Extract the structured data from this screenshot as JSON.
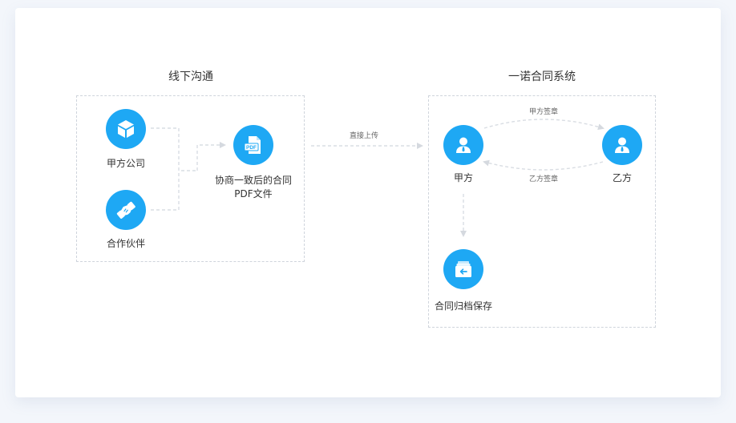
{
  "sections": {
    "offline": {
      "title": "线下沟通"
    },
    "system": {
      "title": "一诺合同系统"
    }
  },
  "nodes": {
    "party_a_company": {
      "label": "甲方公司",
      "icon": "cube-icon"
    },
    "partner": {
      "label": "合作伙伴",
      "icon": "handshake-icon"
    },
    "pdf": {
      "label_line1": "协商一致后的合同",
      "label_line2": "PDF文件",
      "icon": "pdf-file-icon",
      "badge": "PDF"
    },
    "party_a": {
      "label": "甲方",
      "icon": "user-icon"
    },
    "party_b": {
      "label": "乙方",
      "icon": "user-icon"
    },
    "archive": {
      "label": "合同归档保存",
      "icon": "archive-box-icon"
    }
  },
  "edges": {
    "upload": {
      "label": "直接上传"
    },
    "a_sign": {
      "label": "甲方签章"
    },
    "b_sign": {
      "label": "乙方签章"
    }
  },
  "colors": {
    "accent": "#1ea8f4",
    "connector": "#d9dde3",
    "text": "#333333",
    "muted_text": "#666666"
  }
}
